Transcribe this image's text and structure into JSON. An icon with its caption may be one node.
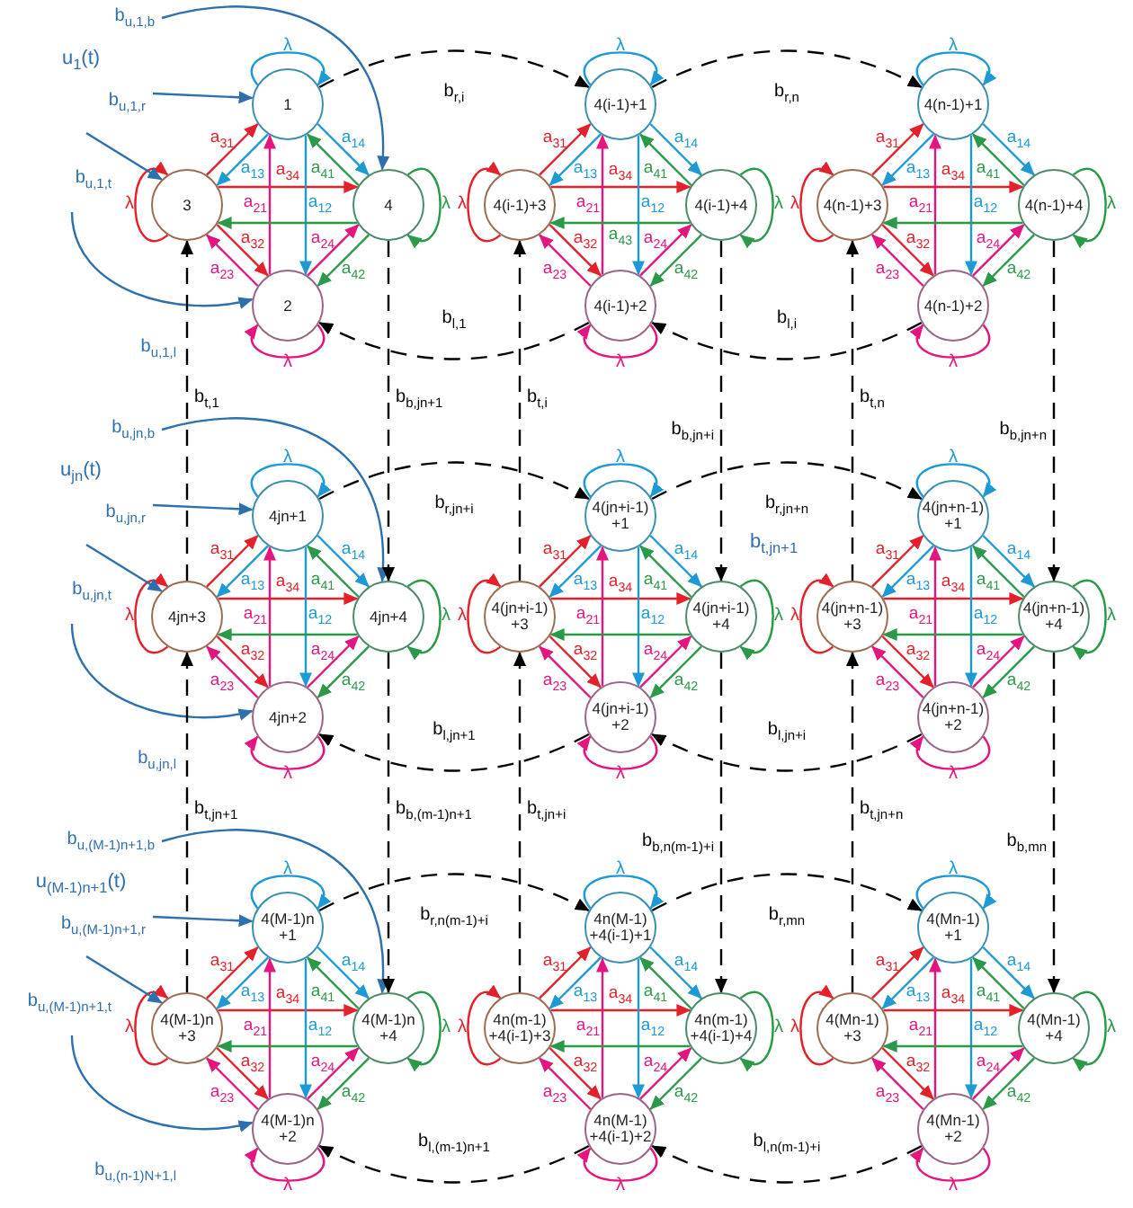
{
  "diagram": {
    "nodes": [
      {
        "text": [
          "1"
        ]
      },
      {
        "text": [
          "3"
        ]
      },
      {
        "text": [
          "4"
        ]
      },
      {
        "text": [
          "2"
        ]
      },
      {
        "text": [
          "4(i-1)+1"
        ]
      },
      {
        "text": [
          "4(i-1)+3"
        ]
      },
      {
        "text": [
          "4(i-1)+4"
        ]
      },
      {
        "text": [
          "4(i-1)+2"
        ]
      },
      {
        "text": [
          "4(n-1)+1"
        ]
      },
      {
        "text": [
          "4(n-1)+3"
        ]
      },
      {
        "text": [
          "4(n-1)+4"
        ]
      },
      {
        "text": [
          "4(n-1)+2"
        ]
      },
      {
        "text": [
          "4jn+1"
        ]
      },
      {
        "text": [
          "4jn+3"
        ]
      },
      {
        "text": [
          "4jn+4"
        ]
      },
      {
        "text": [
          "4jn+2"
        ]
      },
      {
        "text": [
          "4(jn+i-1) +1"
        ]
      },
      {
        "text": [
          "4(jn+i-1) +3"
        ]
      },
      {
        "text": [
          "4(jn+i-1) +4"
        ]
      },
      {
        "text": [
          "4(jn+i-1) +2"
        ]
      },
      {
        "text": [
          "4(jn+n-1) +1"
        ]
      },
      {
        "text": [
          "4(jn+n-1) +3"
        ]
      },
      {
        "text": [
          "4(jn+n-1) +4"
        ]
      },
      {
        "text": [
          "4(jn+n-1) +2"
        ]
      },
      {
        "text": [
          "4(M-1)n +1"
        ]
      },
      {
        "text": [
          "4(M-1)n +3"
        ]
      },
      {
        "text": [
          "4(M-1)n +4"
        ]
      },
      {
        "text": [
          "4(M-1)n +2"
        ]
      },
      {
        "text": [
          "4n(M-1) +4(i-1)+1"
        ]
      },
      {
        "text": [
          "4n(m-1) +4(i-1)+3"
        ]
      },
      {
        "text": [
          "4n(m-1) +4(i-1)+4"
        ]
      },
      {
        "text": [
          "4n(M-1) +4(i-1)+2"
        ]
      },
      {
        "text": [
          "4(Mn-1) +1"
        ]
      },
      {
        "text": [
          "4(Mn-1) +3"
        ]
      },
      {
        "text": [
          "4(Mn-1) +4"
        ]
      },
      {
        "text": [
          "4(Mn-1) +2"
        ]
      }
    ],
    "edges": [
      {
        "from": 1,
        "to": 0,
        "arrow": "to",
        "label": "a$_{31}$",
        "color": "#e4202a"
      },
      {
        "from": 0,
        "to": 2,
        "arrow": "to",
        "label": "a$_{14}$",
        "color": "#1d9ad6"
      },
      {
        "from": 0,
        "to": 1,
        "arrow": "to",
        "label": "a$_{13}$",
        "color": "#1d9ad6"
      },
      {
        "from": 1,
        "to": 2,
        "arrow": "to",
        "label": "a$_{34}$",
        "color": "#e4202a"
      },
      {
        "from": 1,
        "to": 3,
        "arrow": "to",
        "label": "a$_{32}$",
        "color": "#e4202a"
      },
      {
        "from": 3,
        "to": 0,
        "arrow": "to",
        "label": "a$_{21}$",
        "color": "#e5157f"
      },
      {
        "from": 0,
        "to": 3,
        "arrow": "to",
        "label": "a$_{12}$",
        "color": "#1d9ad6"
      },
      {
        "from": 2,
        "to": 0,
        "arrow": "to",
        "label": "a$_{41}$",
        "color": "#2a9a48"
      },
      {
        "from": 2,
        "to": 1,
        "arrow": "to",
        "color": "#2a9a48"
      },
      {
        "from": 3,
        "to": 2,
        "arrow": "to",
        "label": "a$_{24}$",
        "color": "#e5157f"
      },
      {
        "from": 3,
        "to": 1,
        "arrow": "to",
        "label": "a$_{23}$",
        "color": "#e5157f"
      },
      {
        "from": 2,
        "to": 3,
        "arrow": "to",
        "label": "a$_{42}$",
        "color": "#2a9a48"
      },
      {
        "from": 0,
        "to": 0,
        "arrow": "to",
        "label": "λ",
        "color": "#1d9ad6"
      },
      {
        "from": 1,
        "to": 1,
        "arrow": "to",
        "label": "λ",
        "color": "#e4202a"
      },
      {
        "from": 2,
        "to": 2,
        "arrow": "to",
        "label": "λ",
        "color": "#2a9a48"
      },
      {
        "from": 3,
        "to": 3,
        "arrow": "to",
        "label": "λ",
        "color": "#e5157f"
      },
      {
        "from": 5,
        "to": 4,
        "arrow": "to",
        "label": "a$_{31}$",
        "color": "#e4202a"
      },
      {
        "from": 4,
        "to": 6,
        "arrow": "to",
        "label": "a$_{14}$",
        "color": "#1d9ad6"
      },
      {
        "from": 4,
        "to": 5,
        "arrow": "to",
        "label": "a$_{13}$",
        "color": "#1d9ad6"
      },
      {
        "from": 5,
        "to": 6,
        "arrow": "to",
        "label": "a$_{34}$",
        "color": "#e4202a"
      },
      {
        "from": 5,
        "to": 7,
        "arrow": "to",
        "label": "a$_{32}$",
        "color": "#e4202a"
      },
      {
        "from": 7,
        "to": 4,
        "arrow": "to",
        "label": "a$_{21}$",
        "color": "#e5157f"
      },
      {
        "from": 4,
        "to": 7,
        "arrow": "to",
        "label": "a$_{12}$",
        "color": "#1d9ad6"
      },
      {
        "from": 6,
        "to": 4,
        "arrow": "to",
        "label": "a$_{41}$",
        "color": "#2a9a48"
      },
      {
        "from": 6,
        "to": 5,
        "arrow": "to",
        "label": "a$_{43}$",
        "color": "#2a9a48"
      },
      {
        "from": 7,
        "to": 6,
        "arrow": "to",
        "label": "a$_{24}$",
        "color": "#e5157f"
      },
      {
        "from": 7,
        "to": 5,
        "arrow": "to",
        "label": "a$_{23}$",
        "color": "#e5157f"
      },
      {
        "from": 6,
        "to": 7,
        "arrow": "to",
        "label": "a$_{42}$",
        "color": "#2a9a48"
      },
      {
        "from": 4,
        "to": 4,
        "arrow": "to",
        "label": "λ",
        "color": "#1d9ad6"
      },
      {
        "from": 5,
        "to": 5,
        "arrow": "to",
        "label": "λ",
        "color": "#e4202a"
      },
      {
        "from": 6,
        "to": 6,
        "arrow": "to",
        "label": "λ",
        "color": "#2a9a48"
      },
      {
        "from": 7,
        "to": 7,
        "arrow": "to",
        "label": "λ",
        "color": "#e5157f"
      },
      {
        "from": 9,
        "to": 8,
        "arrow": "to",
        "label": "a$_{31}$",
        "color": "#e4202a"
      },
      {
        "from": 8,
        "to": 10,
        "arrow": "to",
        "label": "a$_{14}$",
        "color": "#1d9ad6"
      },
      {
        "from": 8,
        "to": 9,
        "arrow": "to",
        "label": "a$_{13}$",
        "color": "#1d9ad6"
      },
      {
        "from": 9,
        "to": 10,
        "arrow": "to",
        "label": "a$_{34}$",
        "color": "#e4202a"
      },
      {
        "from": 9,
        "to": 11,
        "arrow": "to",
        "label": "a$_{32}$",
        "color": "#e4202a"
      },
      {
        "from": 11,
        "to": 8,
        "arrow": "to",
        "label": "a$_{21}$",
        "color": "#e5157f"
      },
      {
        "from": 8,
        "to": 11,
        "arrow": "to",
        "label": "a$_{12}$",
        "color": "#1d9ad6"
      },
      {
        "from": 10,
        "to": 8,
        "arrow": "to",
        "label": "a$_{41}$",
        "color": "#2a9a48"
      },
      {
        "from": 10,
        "to": 9,
        "arrow": "to",
        "color": "#2a9a48"
      },
      {
        "from": 11,
        "to": 10,
        "arrow": "to",
        "label": "a$_{24}$",
        "color": "#e5157f"
      },
      {
        "from": 11,
        "to": 9,
        "arrow": "to",
        "label": "a$_{23}$",
        "color": "#e5157f"
      },
      {
        "from": 10,
        "to": 11,
        "arrow": "to",
        "label": "a$_{42}$",
        "color": "#2a9a48"
      },
      {
        "from": 8,
        "to": 8,
        "arrow": "to",
        "label": "λ",
        "color": "#1d9ad6"
      },
      {
        "from": 9,
        "to": 9,
        "arrow": "to",
        "label": "λ",
        "color": "#e4202a"
      },
      {
        "from": 10,
        "to": 10,
        "arrow": "to",
        "label": "λ",
        "color": "#2a9a48"
      },
      {
        "from": 11,
        "to": 11,
        "arrow": "to",
        "label": "λ",
        "color": "#e5157f"
      },
      {
        "from": 13,
        "to": 12,
        "arrow": "to",
        "label": "a$_{31}$",
        "color": "#e4202a"
      },
      {
        "from": 12,
        "to": 14,
        "arrow": "to",
        "label": "a$_{14}$",
        "color": "#1d9ad6"
      },
      {
        "from": 12,
        "to": 13,
        "arrow": "to",
        "label": "a$_{13}$",
        "color": "#1d9ad6"
      },
      {
        "from": 13,
        "to": 14,
        "arrow": "to",
        "label": "a$_{34}$",
        "color": "#e4202a"
      },
      {
        "from": 13,
        "to": 15,
        "arrow": "to",
        "label": "a$_{32}$",
        "color": "#e4202a"
      },
      {
        "from": 15,
        "to": 12,
        "arrow": "to",
        "label": "a$_{21}$",
        "color": "#e5157f"
      },
      {
        "from": 12,
        "to": 15,
        "arrow": "to",
        "label": "a$_{12}$",
        "color": "#1d9ad6"
      },
      {
        "from": 14,
        "to": 12,
        "arrow": "to",
        "label": "a$_{41}$",
        "color": "#2a9a48"
      },
      {
        "from": 14,
        "to": 13,
        "arrow": "to",
        "color": "#2a9a48"
      },
      {
        "from": 15,
        "to": 14,
        "arrow": "to",
        "label": "a$_{24}$",
        "color": "#e5157f"
      },
      {
        "from": 15,
        "to": 13,
        "arrow": "to",
        "label": "a$_{23}$",
        "color": "#e5157f"
      },
      {
        "from": 14,
        "to": 15,
        "arrow": "to",
        "label": "a$_{42}$",
        "color": "#2a9a48"
      },
      {
        "from": 12,
        "to": 12,
        "arrow": "to",
        "label": "λ",
        "color": "#1d9ad6"
      },
      {
        "from": 13,
        "to": 13,
        "arrow": "to",
        "label": "λ",
        "color": "#e4202a"
      },
      {
        "from": 14,
        "to": 14,
        "arrow": "to",
        "label": "λ",
        "color": "#2a9a48"
      },
      {
        "from": 15,
        "to": 15,
        "arrow": "to",
        "label": "λ",
        "color": "#e5157f"
      },
      {
        "from": 17,
        "to": 16,
        "arrow": "to",
        "label": "a$_{31}$",
        "color": "#e4202a"
      },
      {
        "from": 16,
        "to": 18,
        "arrow": "to",
        "label": "a$_{14}$",
        "color": "#1d9ad6"
      },
      {
        "from": 16,
        "to": 17,
        "arrow": "to",
        "label": "a$_{13}$",
        "color": "#1d9ad6"
      },
      {
        "from": 17,
        "to": 18,
        "arrow": "to",
        "label": "a$_{34}$",
        "color": "#e4202a"
      },
      {
        "from": 17,
        "to": 19,
        "arrow": "to",
        "label": "a$_{32}$",
        "color": "#e4202a"
      },
      {
        "from": 19,
        "to": 16,
        "arrow": "to",
        "label": "a$_{21}$",
        "color": "#e5157f"
      },
      {
        "from": 16,
        "to": 19,
        "arrow": "to",
        "label": "a$_{12}$",
        "color": "#1d9ad6"
      },
      {
        "from": 18,
        "to": 16,
        "arrow": "to",
        "label": "a$_{41}$",
        "color": "#2a9a48"
      },
      {
        "from": 18,
        "to": 17,
        "arrow": "to",
        "color": "#2a9a48"
      },
      {
        "from": 19,
        "to": 18,
        "arrow": "to",
        "label": "a$_{24}$",
        "color": "#e5157f"
      },
      {
        "from": 19,
        "to": 17,
        "arrow": "to",
        "label": "a$_{23}$",
        "color": "#e5157f"
      },
      {
        "from": 18,
        "to": 19,
        "arrow": "to",
        "label": "a$_{42}$",
        "color": "#2a9a48"
      },
      {
        "from": 16,
        "to": 16,
        "arrow": "to",
        "label": "λ",
        "color": "#1d9ad6"
      },
      {
        "from": 17,
        "to": 17,
        "arrow": "to",
        "label": "λ",
        "color": "#e4202a"
      },
      {
        "from": 18,
        "to": 18,
        "arrow": "to",
        "label": "λ",
        "color": "#2a9a48"
      },
      {
        "from": 19,
        "to": 19,
        "arrow": "to",
        "label": "λ",
        "color": "#e5157f"
      },
      {
        "from": 21,
        "to": 20,
        "arrow": "to",
        "label": "a$_{31}$",
        "color": "#e4202a"
      },
      {
        "from": 20,
        "to": 22,
        "arrow": "to",
        "label": "a$_{14}$",
        "color": "#1d9ad6"
      },
      {
        "from": 20,
        "to": 21,
        "arrow": "to",
        "label": "a$_{13}$",
        "color": "#1d9ad6"
      },
      {
        "from": 21,
        "to": 22,
        "arrow": "to",
        "label": "a$_{34}$",
        "color": "#e4202a"
      },
      {
        "from": 21,
        "to": 23,
        "arrow": "to",
        "label": "a$_{32}$",
        "color": "#e4202a"
      },
      {
        "from": 23,
        "to": 20,
        "arrow": "to",
        "label": "a$_{21}$",
        "color": "#e5157f"
      },
      {
        "from": 20,
        "to": 23,
        "arrow": "to",
        "label": "a$_{12}$",
        "color": "#1d9ad6"
      },
      {
        "from": 22,
        "to": 20,
        "arrow": "to",
        "label": "a$_{41}$",
        "color": "#2a9a48"
      },
      {
        "from": 22,
        "to": 21,
        "arrow": "to",
        "color": "#2a9a48"
      },
      {
        "from": 23,
        "to": 22,
        "arrow": "to",
        "label": "a$_{24}$",
        "color": "#e5157f"
      },
      {
        "from": 23,
        "to": 21,
        "arrow": "to",
        "label": "a$_{23}$",
        "color": "#e5157f"
      },
      {
        "from": 22,
        "to": 23,
        "arrow": "to",
        "label": "a$_{42}$",
        "color": "#2a9a48"
      },
      {
        "from": 20,
        "to": 20,
        "arrow": "to",
        "label": "λ",
        "color": "#1d9ad6"
      },
      {
        "from": 21,
        "to": 21,
        "arrow": "to",
        "label": "λ",
        "color": "#e4202a"
      },
      {
        "from": 22,
        "to": 22,
        "arrow": "to",
        "label": "λ",
        "color": "#2a9a48"
      },
      {
        "from": 23,
        "to": 23,
        "arrow": "to",
        "label": "λ",
        "color": "#e5157f"
      },
      {
        "from": 25,
        "to": 24,
        "arrow": "to",
        "label": "a$_{31}$",
        "color": "#e4202a"
      },
      {
        "from": 24,
        "to": 26,
        "arrow": "to",
        "label": "a$_{14}$",
        "color": "#1d9ad6"
      },
      {
        "from": 24,
        "to": 25,
        "arrow": "to",
        "label": "a$_{13}$",
        "color": "#1d9ad6"
      },
      {
        "from": 25,
        "to": 26,
        "arrow": "to",
        "label": "a$_{34}$",
        "color": "#e4202a"
      },
      {
        "from": 25,
        "to": 27,
        "arrow": "to",
        "label": "a$_{32}$",
        "color": "#e4202a"
      },
      {
        "from": 27,
        "to": 24,
        "arrow": "to",
        "label": "a$_{21}$",
        "color": "#e5157f"
      },
      {
        "from": 24,
        "to": 27,
        "arrow": "to",
        "label": "a$_{12}$",
        "color": "#1d9ad6"
      },
      {
        "from": 26,
        "to": 24,
        "arrow": "to",
        "label": "a$_{41}$",
        "color": "#2a9a48"
      },
      {
        "from": 26,
        "to": 25,
        "arrow": "to",
        "color": "#2a9a48"
      },
      {
        "from": 27,
        "to": 26,
        "arrow": "to",
        "label": "a$_{24}$",
        "color": "#e5157f"
      },
      {
        "from": 27,
        "to": 25,
        "arrow": "to",
        "label": "a$_{23}$",
        "color": "#e5157f"
      },
      {
        "from": 26,
        "to": 27,
        "arrow": "to",
        "label": "a$_{42}$",
        "color": "#2a9a48"
      },
      {
        "from": 24,
        "to": 24,
        "arrow": "to",
        "label": "λ",
        "color": "#1d9ad6"
      },
      {
        "from": 25,
        "to": 25,
        "arrow": "to",
        "label": "λ",
        "color": "#e4202a"
      },
      {
        "from": 26,
        "to": 26,
        "arrow": "to",
        "label": "λ",
        "color": "#2a9a48"
      },
      {
        "from": 27,
        "to": 27,
        "arrow": "to",
        "label": "λ",
        "color": "#e5157f"
      },
      {
        "from": 29,
        "to": 28,
        "arrow": "to",
        "label": "a$_{31}$",
        "color": "#e4202a"
      },
      {
        "from": 28,
        "to": 30,
        "arrow": "to",
        "label": "a$_{14}$",
        "color": "#1d9ad6"
      },
      {
        "from": 28,
        "to": 29,
        "arrow": "to",
        "label": "a$_{13}$",
        "color": "#1d9ad6"
      },
      {
        "from": 29,
        "to": 30,
        "arrow": "to",
        "label": "a$_{34}$",
        "color": "#e4202a"
      },
      {
        "from": 29,
        "to": 31,
        "arrow": "to",
        "label": "a$_{32}$",
        "color": "#e4202a"
      },
      {
        "from": 31,
        "to": 28,
        "arrow": "to",
        "label": "a$_{21}$",
        "color": "#e5157f"
      },
      {
        "from": 28,
        "to": 31,
        "arrow": "to",
        "label": "a$_{12}$",
        "color": "#1d9ad6"
      },
      {
        "from": 30,
        "to": 28,
        "arrow": "to",
        "label": "a$_{41}$",
        "color": "#2a9a48"
      },
      {
        "from": 30,
        "to": 29,
        "arrow": "to",
        "color": "#2a9a48"
      },
      {
        "from": 31,
        "to": 30,
        "arrow": "to",
        "label": "a$_{24}$",
        "color": "#e5157f"
      },
      {
        "from": 31,
        "to": 29,
        "arrow": "to",
        "label": "a$_{23}$",
        "color": "#e5157f"
      },
      {
        "from": 30,
        "to": 31,
        "arrow": "to",
        "label": "a$_{42}$",
        "color": "#2a9a48"
      },
      {
        "from": 28,
        "to": 28,
        "arrow": "to",
        "label": "λ",
        "color": "#1d9ad6"
      },
      {
        "from": 29,
        "to": 29,
        "arrow": "to",
        "label": "λ",
        "color": "#e4202a"
      },
      {
        "from": 30,
        "to": 30,
        "arrow": "to",
        "label": "λ",
        "color": "#2a9a48"
      },
      {
        "from": 31,
        "to": 31,
        "arrow": "to",
        "label": "λ",
        "color": "#e5157f"
      },
      {
        "from": 33,
        "to": 32,
        "arrow": "to",
        "label": "a$_{31}$",
        "color": "#e4202a"
      },
      {
        "from": 32,
        "to": 34,
        "arrow": "to",
        "label": "a$_{14}$",
        "color": "#1d9ad6"
      },
      {
        "from": 32,
        "to": 33,
        "arrow": "to",
        "label": "a$_{13}$",
        "color": "#1d9ad6"
      },
      {
        "from": 33,
        "to": 34,
        "arrow": "to",
        "label": "a$_{34}$",
        "color": "#e4202a"
      },
      {
        "from": 33,
        "to": 35,
        "arrow": "to",
        "label": "a$_{32}$",
        "color": "#e4202a"
      },
      {
        "from": 35,
        "to": 32,
        "arrow": "to",
        "label": "a$_{21}$",
        "color": "#e5157f"
      },
      {
        "from": 32,
        "to": 35,
        "arrow": "to",
        "label": "a$_{12}$",
        "color": "#1d9ad6"
      },
      {
        "from": 34,
        "to": 32,
        "arrow": "to",
        "label": "a$_{41}$",
        "color": "#2a9a48"
      },
      {
        "from": 34,
        "to": 33,
        "arrow": "to",
        "color": "#2a9a48"
      },
      {
        "from": 35,
        "to": 34,
        "arrow": "to",
        "label": "a$_{24}$",
        "color": "#e5157f"
      },
      {
        "from": 35,
        "to": 33,
        "arrow": "to",
        "label": "a$_{23}$",
        "color": "#e5157f"
      },
      {
        "from": 34,
        "to": 35,
        "arrow": "to",
        "label": "a$_{42}$",
        "color": "#2a9a48"
      },
      {
        "from": 32,
        "to": 32,
        "arrow": "to",
        "label": "λ",
        "color": "#1d9ad6"
      },
      {
        "from": 33,
        "to": 33,
        "arrow": "to",
        "label": "λ",
        "color": "#e4202a"
      },
      {
        "from": 34,
        "to": 34,
        "arrow": "to",
        "label": "λ",
        "color": "#2a9a48"
      },
      {
        "from": 35,
        "to": 35,
        "arrow": "to",
        "label": "λ",
        "color": "#e5157f"
      },
      {
        "from": null,
        "to": 2,
        "arrow": "to",
        "label": "b$_{u,1,b}$",
        "color": "#2e6fae"
      },
      {
        "from": null,
        "to": 0,
        "arrow": "to",
        "label": "b$_{u,1,r}$",
        "color": "#2e6fae"
      },
      {
        "from": null,
        "to": 1,
        "arrow": "to",
        "label": "b$_{u,1,t}$",
        "color": "#2e6fae"
      },
      {
        "from": null,
        "to": 3,
        "arrow": "to",
        "label": "b$_{u,1,l}$",
        "color": "#2e6fae"
      },
      {
        "from": null,
        "to": 14,
        "arrow": "to",
        "label": "b$_{u,jn,b}$",
        "color": "#2e6fae"
      },
      {
        "from": null,
        "to": 12,
        "arrow": "to",
        "label": "b$_{u,jn,r}$",
        "color": "#2e6fae"
      },
      {
        "from": null,
        "to": 13,
        "arrow": "to",
        "label": "b$_{u,jn,t}$",
        "color": "#2e6fae"
      },
      {
        "from": null,
        "to": 15,
        "arrow": "to",
        "label": "b$_{u,jn,l}$",
        "color": "#2e6fae"
      },
      {
        "from": null,
        "to": 26,
        "arrow": "to",
        "label": "b$_{u,(M-1)n+1,b}$",
        "color": "#2e6fae"
      },
      {
        "from": null,
        "to": 24,
        "arrow": "to",
        "label": "b$_{u,(M-1)n+1,r}$",
        "color": "#2e6fae"
      },
      {
        "from": null,
        "to": 25,
        "arrow": "to",
        "label": "b$_{u,(M-1)n+1,t}$",
        "color": "#2e6fae"
      },
      {
        "from": null,
        "to": 27,
        "arrow": "to",
        "label": "b$_{u,(n-1)N+1,l}$",
        "color": "#2e6fae"
      },
      {
        "from": 0,
        "to": 4,
        "arrow": "to",
        "label": "b$_{r,i}$",
        "style": "dashed",
        "color": "#000000"
      },
      {
        "from": 4,
        "to": 8,
        "arrow": "to",
        "label": "b$_{r,n}$",
        "style": "dashed",
        "color": "#000000"
      },
      {
        "from": 7,
        "to": 3,
        "arrow": "to",
        "label": "b$_{l,1}$",
        "style": "dashed",
        "color": "#000000"
      },
      {
        "from": 11,
        "to": 7,
        "arrow": "to",
        "label": "b$_{l,i}$",
        "style": "dashed",
        "color": "#000000"
      },
      {
        "from": 13,
        "to": 1,
        "arrow": "to",
        "label": "b$_{t,1}$",
        "style": "dashed",
        "color": "#000000"
      },
      {
        "from": 2,
        "to": 14,
        "arrow": "to",
        "label": "b$_{b,jn+1}$",
        "style": "dashed",
        "color": "#000000"
      },
      {
        "from": 17,
        "to": 5,
        "arrow": "to",
        "label": "b$_{t,i}$",
        "style": "dashed",
        "color": "#000000"
      },
      {
        "from": 6,
        "to": 18,
        "arrow": "to",
        "label": "b$_{b,jn+i}$",
        "style": "dashed",
        "color": "#000000"
      },
      {
        "from": 21,
        "to": 9,
        "arrow": "to",
        "label": "b$_{t,n}$",
        "style": "dashed",
        "color": "#000000"
      },
      {
        "from": 10,
        "to": 22,
        "arrow": "to",
        "label": "b$_{b,jn+n}$",
        "style": "dashed",
        "color": "#000000"
      },
      {
        "from": 12,
        "to": 16,
        "arrow": "to",
        "label": "b$_{r,jn+i}$",
        "style": "dashed",
        "color": "#000000"
      },
      {
        "from": 16,
        "to": 20,
        "arrow": "to",
        "label": "b$_{r,jn+n}$",
        "style": "dashed",
        "color": "#000000"
      },
      {
        "from": 19,
        "to": 15,
        "arrow": "to",
        "label": "b$_{l,jn+1}$",
        "style": "dashed",
        "color": "#000000"
      },
      {
        "from": 23,
        "to": 19,
        "arrow": "to",
        "label": "b$_{l,jn+i}$",
        "style": "dashed",
        "color": "#000000"
      },
      {
        "from": 25,
        "to": 13,
        "arrow": "to",
        "label": "b$_{t,jn+1}$",
        "style": "dashed",
        "color": "#000000"
      },
      {
        "from": 14,
        "to": 26,
        "arrow": "to",
        "label": "b$_{b,(m-1)n+1}$",
        "style": "dashed",
        "color": "#000000"
      },
      {
        "from": 29,
        "to": 17,
        "arrow": "to",
        "label": "b$_{t,jn+i}$",
        "style": "dashed",
        "color": "#000000"
      },
      {
        "from": 18,
        "to": 30,
        "arrow": "to",
        "label": "b$_{b,n(m-1)+i}$",
        "style": "dashed",
        "color": "#000000"
      },
      {
        "from": 33,
        "to": 21,
        "arrow": "to",
        "label": "b$_{t,jn+n}$",
        "style": "dashed",
        "color": "#000000"
      },
      {
        "from": 22,
        "to": 34,
        "arrow": "to",
        "label": "b$_{b,mn}$",
        "style": "dashed",
        "color": "#000000"
      },
      {
        "from": 24,
        "to": 28,
        "arrow": "to",
        "label": "b$_{r,n(m-1)+i}$",
        "style": "dashed",
        "color": "#000000"
      },
      {
        "from": 28,
        "to": 32,
        "arrow": "to",
        "label": "b$_{r,mn}$",
        "style": "dashed",
        "color": "#000000"
      },
      {
        "from": 31,
        "to": 27,
        "arrow": "to",
        "label": "b$_{l,(m-1)n+1}$",
        "style": "dashed",
        "color": "#000000"
      },
      {
        "from": 35,
        "to": 31,
        "arrow": "to",
        "label": "b$_{l,n(m-1)+i}$",
        "style": "dashed",
        "color": "#000000"
      }
    ],
    "labels": [
      "u$_{1}$(t)",
      "u$_{jn}$(t)",
      "b$_{t,jn+1}$",
      "u$_{(M-1)n+1}$(t)"
    ]
  }
}
